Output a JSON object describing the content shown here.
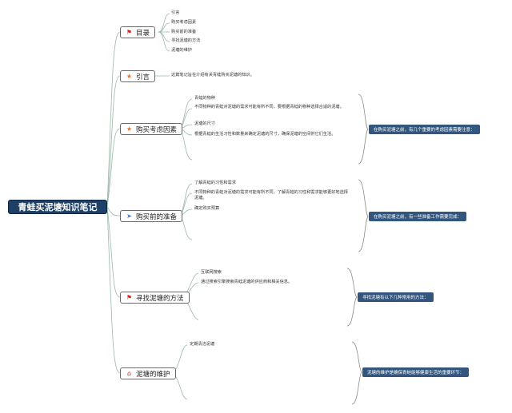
{
  "root": {
    "label": "青蛙买泥塘知识笔记"
  },
  "branches": [
    {
      "label": "目录",
      "icon": "flag-icon",
      "leaves": [
        "引言",
        "购买考虑因素",
        "购买前的准备",
        "寻找泥塘的方法",
        "泥塘的维护"
      ]
    },
    {
      "label": "引言",
      "icon": "star-icon",
      "leaves": [
        "这篇笔记旨在介绍有关青蛙购买泥塘的知识。"
      ]
    },
    {
      "label": "购买考虑因素",
      "icon": "star-icon",
      "leaves": [
        "青蛙的物种",
        "不同物种的青蛙对泥塘的需求可能有所不同，要根据青蛙的物种选择合适的泥塘。",
        "泥塘的尺寸",
        "根据青蛙的生活习性和数量来确定泥塘的尺寸，确保泥塘的空间供它们生活。"
      ],
      "summary": "在购买泥塘之前，有几个重要的考虑因素需要注意："
    },
    {
      "label": "购买前的准备",
      "icon": "paper-plane-icon",
      "leaves": [
        "了解青蛙的习性和需求",
        "不同物种的青蛙对泥塘的需求可能有所不同，了解青蛙的习性和需求能够更好地选择泥塘。",
        "确定购买预算"
      ],
      "summary": "在购买泥塘之前，有一些准备工作需要完成："
    },
    {
      "label": "寻找泥塘的方法",
      "icon": "flag-icon",
      "leaves": [
        "互联网搜索",
        "通过搜索引擎搜索青蛙泥塘的供应商和相关信息。"
      ],
      "summary": "寻找泥塘有以下几种常用的方法："
    },
    {
      "label": "泥塘的维护",
      "icon": "house-icon",
      "leaves": [
        "定期清洁泥塘"
      ],
      "summary": "泥塘的维护是确保青蛙能够健康生活的重要环节："
    }
  ]
}
